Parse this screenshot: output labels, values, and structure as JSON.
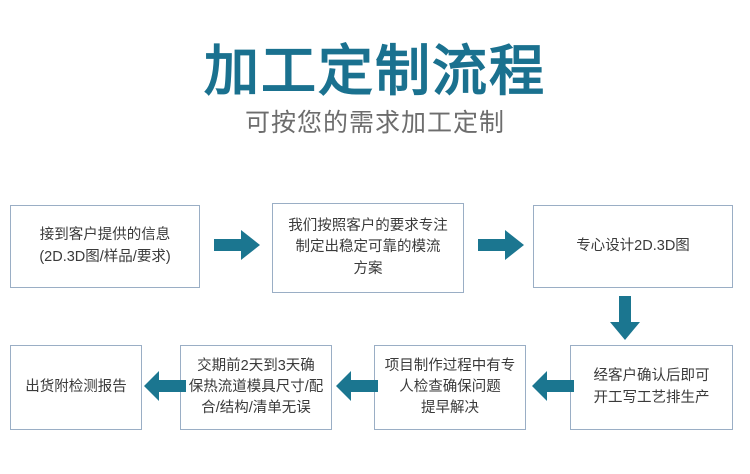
{
  "header": {
    "title": "加工定制流程",
    "subtitle": "可按您的需求加工定制",
    "title_color": "#1a718f",
    "subtitle_color": "#6d6d6d"
  },
  "theme": {
    "arrow_color": "#1b7690",
    "box_border_color": "#9aaec5",
    "box_text_color": "#3a3a3a",
    "background_color": "#ffffff"
  },
  "flow": {
    "steps": [
      {
        "id": "step-1",
        "text": "接到客户提供的信息\n(2D.3D图/样品/要求)"
      },
      {
        "id": "step-2",
        "text": "我们按照客户的要求专注\n制定出稳定可靠的模流\n方案"
      },
      {
        "id": "step-3",
        "text": "专心设计2D.3D图"
      },
      {
        "id": "step-4",
        "text": "经客户确认后即可\n开工写工艺排生产"
      },
      {
        "id": "step-5",
        "text": "项目制作过程中有专\n人检查确保问题\n提早解决"
      },
      {
        "id": "step-6",
        "text": "交期前2天到3天确\n保热流道模具尺寸/配\n合/结构/清单无误"
      },
      {
        "id": "step-7",
        "text": "出货附检测报告"
      }
    ],
    "connectors": [
      {
        "id": "connector-1",
        "direction": "right",
        "from": "step-1",
        "to": "step-2"
      },
      {
        "id": "connector-2",
        "direction": "right",
        "from": "step-2",
        "to": "step-3"
      },
      {
        "id": "connector-3",
        "direction": "down",
        "from": "step-3",
        "to": "step-4"
      },
      {
        "id": "connector-4",
        "direction": "left",
        "from": "step-4",
        "to": "step-5"
      },
      {
        "id": "connector-5",
        "direction": "left",
        "from": "step-5",
        "to": "step-6"
      },
      {
        "id": "connector-6",
        "direction": "left",
        "from": "step-6",
        "to": "step-7"
      }
    ]
  }
}
